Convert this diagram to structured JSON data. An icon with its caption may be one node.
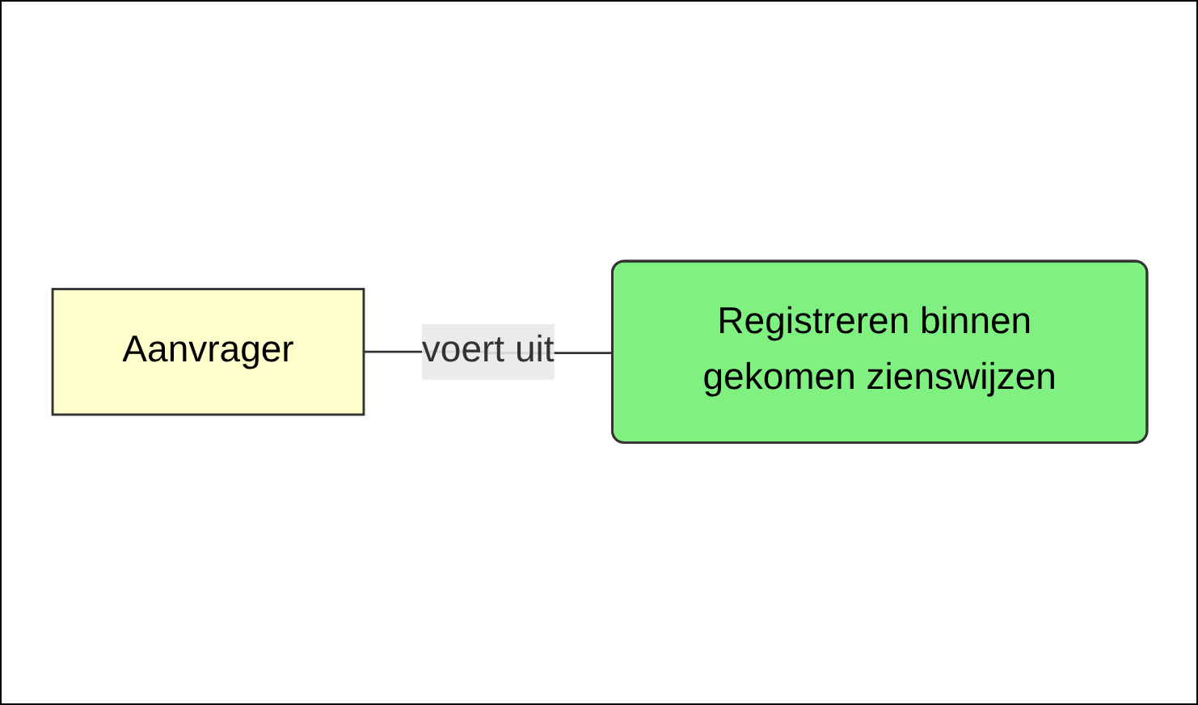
{
  "diagram": {
    "nodes": [
      {
        "text": [
          "Aanvrager"
        ]
      },
      {
        "text": [
          "Registreren binnen gekomen zienswijzen"
        ]
      }
    ],
    "edges": [
      {
        "from": 0,
        "to": 1,
        "arrow": "none",
        "label": "voert uit"
      }
    ]
  }
}
